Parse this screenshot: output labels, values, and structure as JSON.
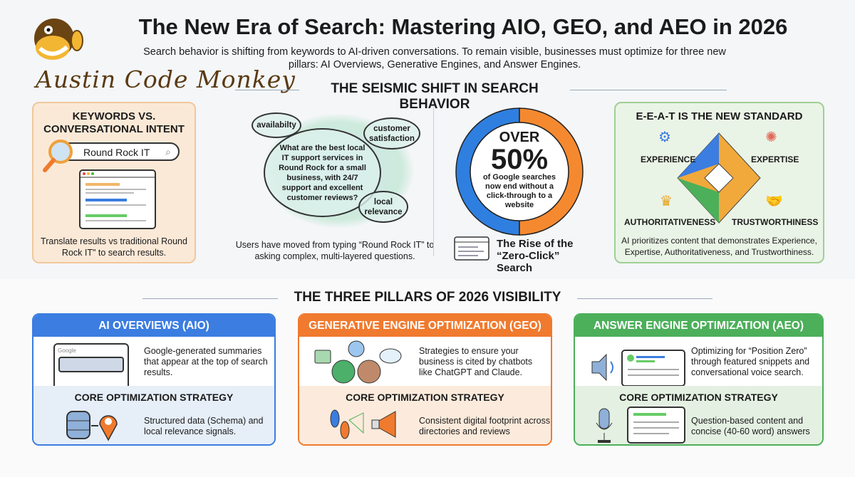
{
  "header": {
    "title": "The New Era of Search: Mastering AIO, GEO, and AEO in 2026",
    "subtitle": "Search behavior is shifting from keywords to AI-driven conversations. To remain visible, businesses must optimize for three new pillars: AI Overviews, Generative Engines, and Answer Engines.",
    "logo_text": "Austin Code Monkey"
  },
  "shift": {
    "heading": "THE SEISMIC SHIFT IN SEARCH BEHAVIOR",
    "keywords_card": {
      "title": "KEYWORDS VS. CONVERSATIONAL INTENT",
      "search_value": "Round Rock IT",
      "caption": "Translate results vs traditional Round Rock IT\" to search results."
    },
    "conversation": {
      "main_question": "What are the best local IT support services in Round Rock for a small business, with 24/7 support and excellent customer reviews?",
      "bubbles": [
        "availabilty",
        "customer satisfaction",
        "local relevance"
      ],
      "caption": "Users have moved from typing “Round Rock IT” to asking complex, multi-layered questions."
    },
    "zero_click": {
      "over": "OVER",
      "stat": "50%",
      "stat_value": 50,
      "stat_text": "of Google searches now end without a click-through to a website",
      "label": "The Rise of the “Zero-Click” Search",
      "colors": {
        "blue": "#2f7fe0",
        "orange": "#f5892f"
      }
    },
    "eeat": {
      "title": "E-E-A-T IS THE NEW STANDARD",
      "items": [
        "EXPERIENCE",
        "EXPERTISE",
        "AUTHORITATIVENESS",
        "TRUSTWORTHINESS"
      ],
      "caption": "AI prioritizes content that demonstrates Experience, Expertise, Authoritativeness, and Trustworthiness."
    }
  },
  "pillars": {
    "heading": "THE THREE PILLARS OF 2026 VISIBILITY",
    "items": [
      {
        "title": "AI OVERVIEWS (AIO)",
        "color": "#3b7de0",
        "desc": "Google-generated summaries that appear at the top of search results.",
        "mock_brand": "Google",
        "core_label": "CORE OPTIMIZATION STRATEGY",
        "core": "Structured data (Schema) and local relevance signals."
      },
      {
        "title": "GENERATIVE ENGINE OPTIMIZATION (GEO)",
        "color": "#f07a2e",
        "desc": "Strategies to ensure your business is cited by chatbots like ChatGPT and Claude.",
        "core_label": "CORE OPTIMIZATION STRATEGY",
        "core": "Consistent digital footprint across directories and reviews"
      },
      {
        "title": "ANSWER ENGINE OPTIMIZATION (AEO)",
        "color": "#4caf5a",
        "desc": "Optimizing for “Position Zero” through featured snippets and conversational voice search.",
        "core_label": "CORE OPTIMIZATION STRATEGY",
        "core": "Question-based content and concise (40-60 word) answers"
      }
    ]
  }
}
